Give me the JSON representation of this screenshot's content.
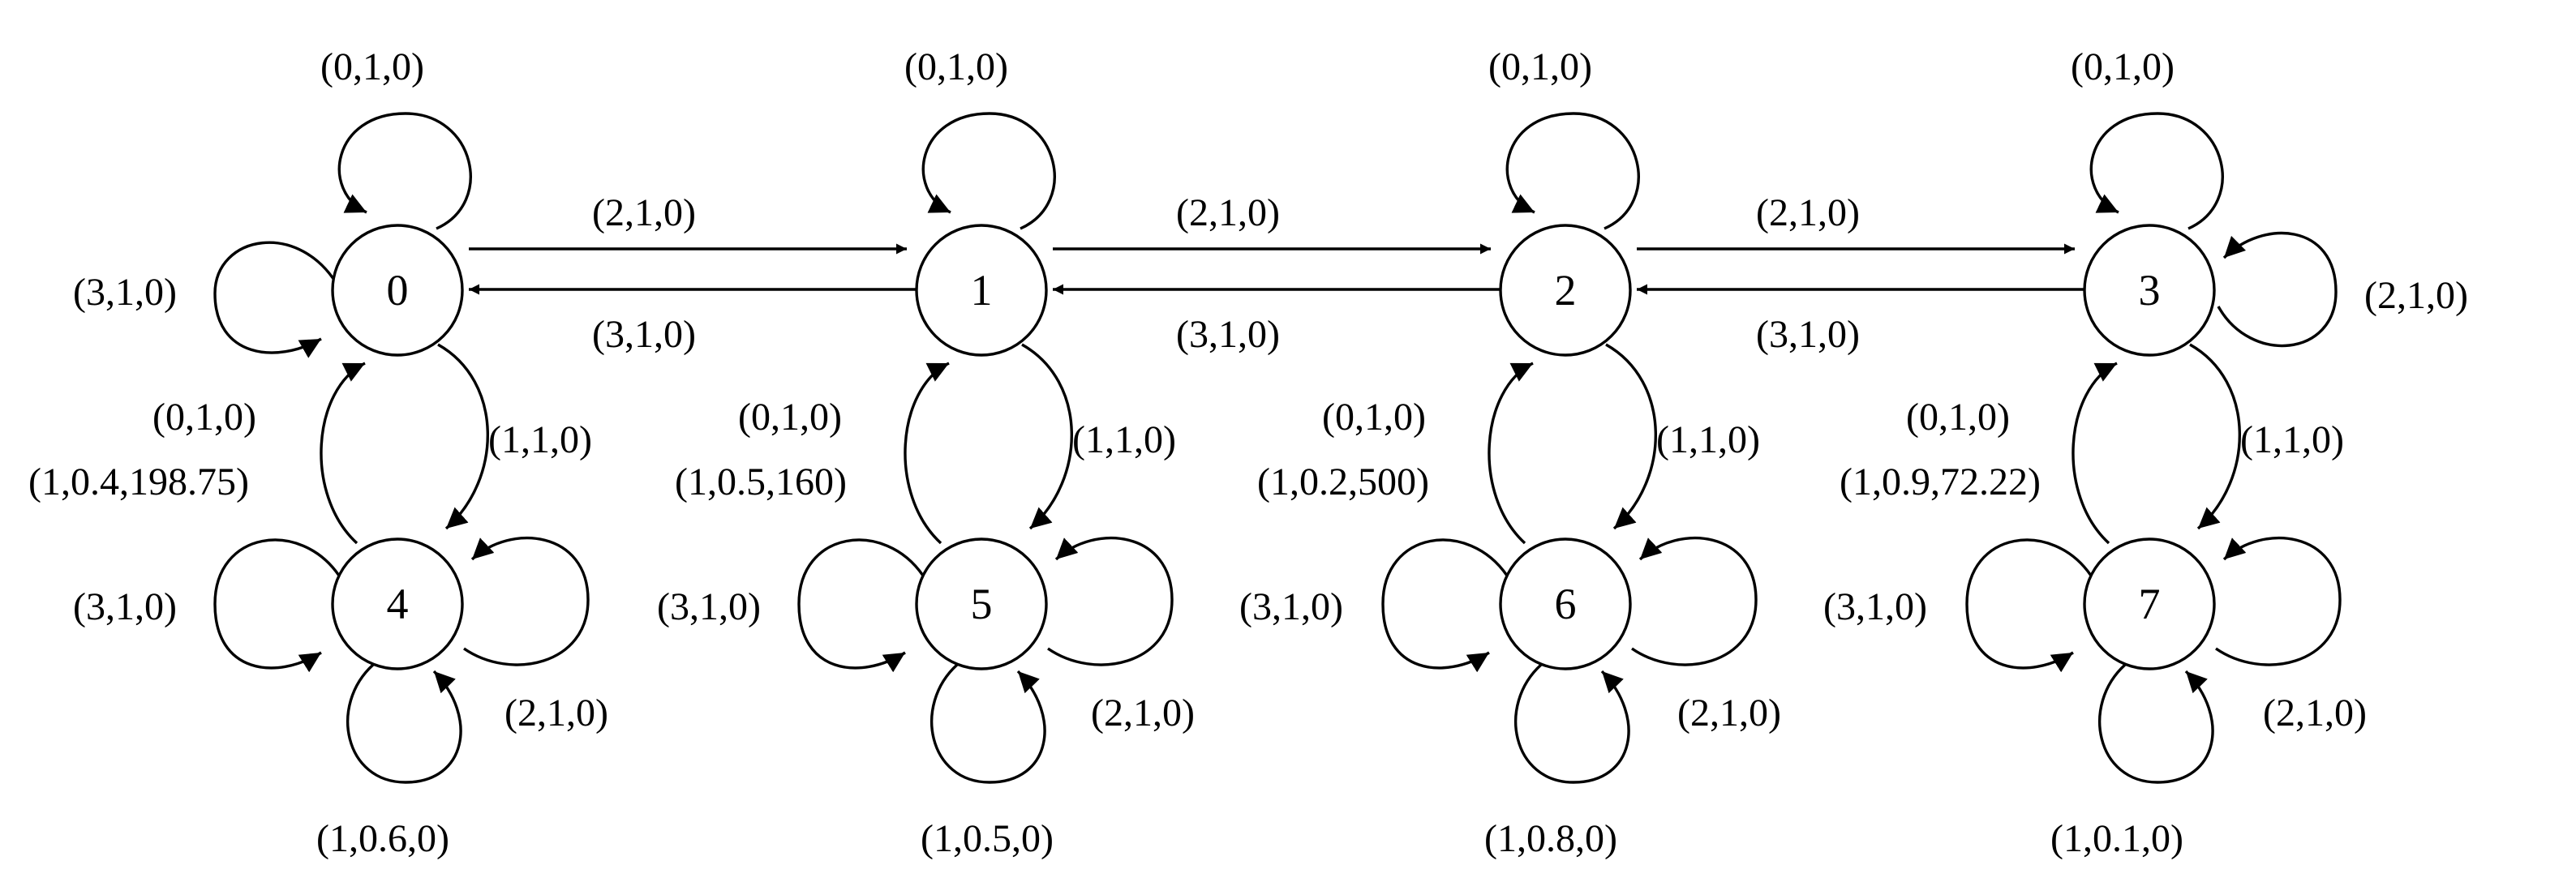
{
  "states": [
    {
      "id": "s0",
      "label": "0"
    },
    {
      "id": "s1",
      "label": "1"
    },
    {
      "id": "s2",
      "label": "2"
    },
    {
      "id": "s3",
      "label": "3"
    },
    {
      "id": "s4",
      "label": "4"
    },
    {
      "id": "s5",
      "label": "5"
    },
    {
      "id": "s6",
      "label": "6"
    },
    {
      "id": "s7",
      "label": "7"
    }
  ],
  "edges": {
    "s0_self_top": "(0,1,0)",
    "s0_self_left": "(3,1,0)",
    "s0_to_s1": "(2,1,0)",
    "s1_to_s0": "(3,1,0)",
    "s0_to_s4": "(1,1,0)",
    "s4_to_s0_a": "(0,1,0)",
    "s4_to_s0_b": "(1,0.4,198.75)",
    "s4_self_left": "(3,1,0)",
    "s4_self_right": "(2,1,0)",
    "s4_self_bottom": "(1,0.6,0)",
    "s1_self_top": "(0,1,0)",
    "s1_to_s2": "(2,1,0)",
    "s2_to_s1": "(3,1,0)",
    "s1_to_s5": "(1,1,0)",
    "s5_to_s1_a": "(0,1,0)",
    "s5_to_s1_b": "(1,0.5,160)",
    "s5_self_left": "(3,1,0)",
    "s5_self_right": "(2,1,0)",
    "s5_self_bottom": "(1,0.5,0)",
    "s2_self_top": "(0,1,0)",
    "s2_to_s3": "(2,1,0)",
    "s3_to_s2": "(3,1,0)",
    "s2_to_s6": "(1,1,0)",
    "s6_to_s2_a": "(0,1,0)",
    "s6_to_s2_b": "(1,0.2,500)",
    "s6_self_left": "(3,1,0)",
    "s6_self_right": "(2,1,0)",
    "s6_self_bottom": "(1,0.8,0)",
    "s3_self_top": "(0,1,0)",
    "s3_self_right": "(2,1,0)",
    "s3_to_s7": "(1,1,0)",
    "s7_to_s3_a": "(0,1,0)",
    "s7_to_s3_b": "(1,0.9,72.22)",
    "s7_self_left": "(3,1,0)",
    "s7_self_right": "(2,1,0)",
    "s7_self_bottom": "(1,0.1,0)"
  }
}
